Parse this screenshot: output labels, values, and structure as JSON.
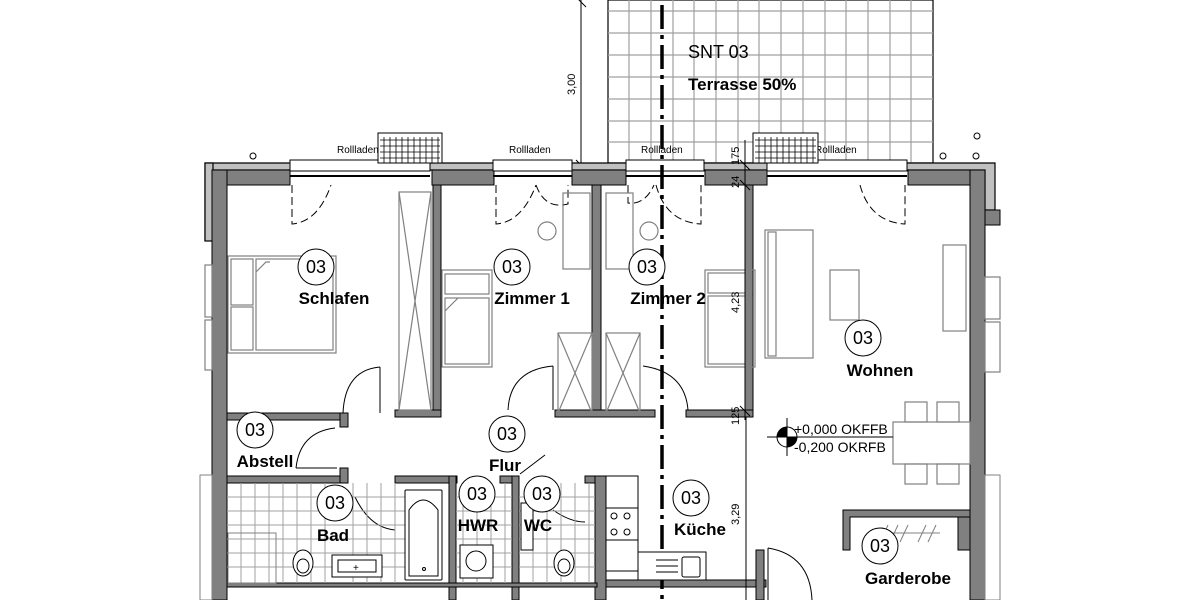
{
  "terrace": {
    "code": "SNT 03",
    "name": "Terrasse 50%",
    "depth_dim": "3,00"
  },
  "window_labels": [
    "Rollladen",
    "Rollladen",
    "Rollladen",
    "Rollladen"
  ],
  "dimensions": {
    "d175": "175",
    "d24": "24",
    "d423": "4,23",
    "d125": "125",
    "d329": "3,29"
  },
  "level_marker": {
    "upper": "+0,000 OKFFB",
    "lower": "-0,200 OKRFB"
  },
  "rooms": [
    {
      "number": "03",
      "name": "Schlafen"
    },
    {
      "number": "03",
      "name": "Zimmer 1"
    },
    {
      "number": "03",
      "name": "Zimmer 2"
    },
    {
      "number": "03",
      "name": "Wohnen"
    },
    {
      "number": "03",
      "name": "Abstell"
    },
    {
      "number": "03",
      "name": "Flur"
    },
    {
      "number": "03",
      "name": "Bad"
    },
    {
      "number": "03",
      "name": "HWR"
    },
    {
      "number": "03",
      "name": "WC"
    },
    {
      "number": "03",
      "name": "Küche"
    },
    {
      "number": "03",
      "name": "Garderobe"
    }
  ],
  "colors": {
    "outer_wall": "#c0c0c0",
    "inner_wall": "#808080",
    "furniture": "#808080",
    "grid": "#a0a0a0"
  }
}
